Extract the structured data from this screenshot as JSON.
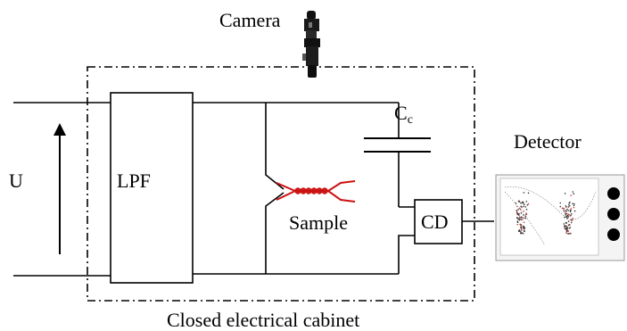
{
  "labels": {
    "camera": "Camera",
    "u": "U",
    "lpf": "LPF",
    "cc_main": "C",
    "cc_sub": "c",
    "detector": "Detector",
    "sample": "Sample",
    "cd": "CD",
    "cabinet": "Closed electrical cabinet"
  },
  "colors": {
    "line": "#000000",
    "sample": "#cc1111",
    "scatter_dark": "#333333",
    "scatter_red": "#d04040"
  },
  "icons": {
    "camera": "camera-icon",
    "detector_buttons": 3
  }
}
